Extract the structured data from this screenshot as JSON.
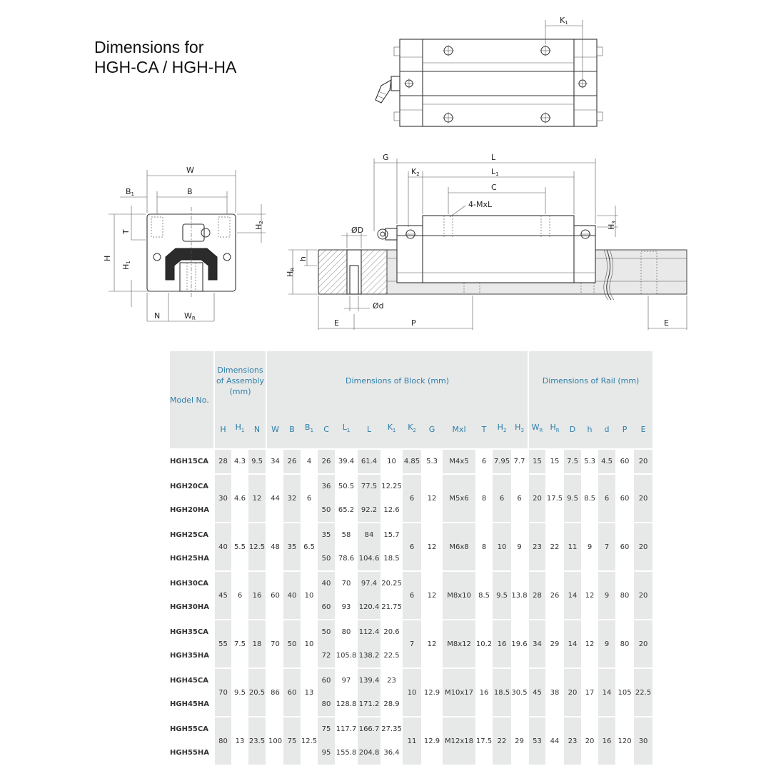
{
  "title": {
    "line1": "Dimensions for",
    "line2": "HGH-CA / HGH-HA"
  },
  "drawing_labels": {
    "k1": "K",
    "k1_sub": "1",
    "w": "W",
    "b": "B",
    "b1": "B",
    "b1_sub": "1",
    "t": "T",
    "h": "H",
    "h1": "H",
    "h1_sub": "1",
    "h2": "H",
    "h2_sub": "2",
    "n": "N",
    "wr": "W",
    "wr_sub": "R",
    "g": "G",
    "l": "L",
    "k2": "K",
    "k2_sub": "2",
    "l1": "L",
    "l1_sub": "1",
    "c": "C",
    "mxl": "4-MxL",
    "h3": "H",
    "h3_sub": "3",
    "od": "ØD",
    "hr": "H",
    "hr_sub": "R",
    "hh": "h",
    "od_small": "Ød",
    "e": "E",
    "p": "P",
    "e2": "E"
  },
  "table": {
    "model_header": "Model No.",
    "group_assembly": "Dimensions of Assembly (mm)",
    "group_block": "Dimensions of Block (mm)",
    "group_rail": "Dimensions of Rail (mm)",
    "columns": [
      {
        "t": "H",
        "s": ""
      },
      {
        "t": "H",
        "s": "1"
      },
      {
        "t": "N",
        "s": ""
      },
      {
        "t": "W",
        "s": ""
      },
      {
        "t": "B",
        "s": ""
      },
      {
        "t": "B",
        "s": "1"
      },
      {
        "t": "C",
        "s": ""
      },
      {
        "t": "L",
        "s": "1"
      },
      {
        "t": "L",
        "s": ""
      },
      {
        "t": "K",
        "s": "1"
      },
      {
        "t": "K",
        "s": "2"
      },
      {
        "t": "G",
        "s": ""
      },
      {
        "t": "Mxl",
        "s": ""
      },
      {
        "t": "T",
        "s": ""
      },
      {
        "t": "H",
        "s": "2"
      },
      {
        "t": "H",
        "s": "3"
      },
      {
        "t": "W",
        "s": "R"
      },
      {
        "t": "H",
        "s": "R"
      },
      {
        "t": "D",
        "s": ""
      },
      {
        "t": "h",
        "s": ""
      },
      {
        "t": "d",
        "s": ""
      },
      {
        "t": "P",
        "s": ""
      },
      {
        "t": "E",
        "s": ""
      }
    ],
    "groups": [
      {
        "models": [
          "HGH15CA"
        ],
        "H": "28",
        "H1": "4.3",
        "N": "9.5",
        "W": "34",
        "B": "26",
        "B1": "4",
        "rows": [
          {
            "C": "26",
            "L1": "39.4",
            "L": "61.4",
            "K1": "10"
          }
        ],
        "K2": "4.85",
        "G": "5.3",
        "MxL": "M4x5",
        "T": "6",
        "H2": "7.95",
        "H3": "7.7",
        "WR": "15",
        "HR": "15",
        "D": "7.5",
        "h": "5.3",
        "d": "4.5",
        "P": "60",
        "E": "20"
      },
      {
        "models": [
          "HGH20CA",
          "HGH20HA"
        ],
        "H": "30",
        "H1": "4.6",
        "N": "12",
        "W": "44",
        "B": "32",
        "B1": "6",
        "rows": [
          {
            "C": "36",
            "L1": "50.5",
            "L": "77.5",
            "K1": "12.25"
          },
          {
            "C": "50",
            "L1": "65.2",
            "L": "92.2",
            "K1": "12.6"
          }
        ],
        "K2": "6",
        "G": "12",
        "MxL": "M5x6",
        "T": "8",
        "H2": "6",
        "H3": "6",
        "WR": "20",
        "HR": "17.5",
        "D": "9.5",
        "h": "8.5",
        "d": "6",
        "P": "60",
        "E": "20"
      },
      {
        "models": [
          "HGH25CA",
          "HGH25HA"
        ],
        "H": "40",
        "H1": "5.5",
        "N": "12.5",
        "W": "48",
        "B": "35",
        "B1": "6.5",
        "rows": [
          {
            "C": "35",
            "L1": "58",
            "L": "84",
            "K1": "15.7"
          },
          {
            "C": "50",
            "L1": "78.6",
            "L": "104.6",
            "K1": "18.5"
          }
        ],
        "K2": "6",
        "G": "12",
        "MxL": "M6x8",
        "T": "8",
        "H2": "10",
        "H3": "9",
        "WR": "23",
        "HR": "22",
        "D": "11",
        "h": "9",
        "d": "7",
        "P": "60",
        "E": "20"
      },
      {
        "models": [
          "HGH30CA",
          "HGH30HA"
        ],
        "H": "45",
        "H1": "6",
        "N": "16",
        "W": "60",
        "B": "40",
        "B1": "10",
        "rows": [
          {
            "C": "40",
            "L1": "70",
            "L": "97.4",
            "K1": "20.25"
          },
          {
            "C": "60",
            "L1": "93",
            "L": "120.4",
            "K1": "21.75"
          }
        ],
        "K2": "6",
        "G": "12",
        "MxL": "M8x10",
        "T": "8.5",
        "H2": "9.5",
        "H3": "13.8",
        "WR": "28",
        "HR": "26",
        "D": "14",
        "h": "12",
        "d": "9",
        "P": "80",
        "E": "20"
      },
      {
        "models": [
          "HGH35CA",
          "HGH35HA"
        ],
        "H": "55",
        "H1": "7.5",
        "N": "18",
        "W": "70",
        "B": "50",
        "B1": "10",
        "rows": [
          {
            "C": "50",
            "L1": "80",
            "L": "112.4",
            "K1": "20.6"
          },
          {
            "C": "72",
            "L1": "105.8",
            "L": "138.2",
            "K1": "22.5"
          }
        ],
        "K2": "7",
        "G": "12",
        "MxL": "M8x12",
        "T": "10.2",
        "H2": "16",
        "H3": "19.6",
        "WR": "34",
        "HR": "29",
        "D": "14",
        "h": "12",
        "d": "9",
        "P": "80",
        "E": "20"
      },
      {
        "models": [
          "HGH45CA",
          "HGH45HA"
        ],
        "H": "70",
        "H1": "9.5",
        "N": "20.5",
        "W": "86",
        "B": "60",
        "B1": "13",
        "rows": [
          {
            "C": "60",
            "L1": "97",
            "L": "139.4",
            "K1": "23"
          },
          {
            "C": "80",
            "L1": "128.8",
            "L": "171.2",
            "K1": "28.9"
          }
        ],
        "K2": "10",
        "G": "12.9",
        "MxL": "M10x17",
        "T": "16",
        "H2": "18.5",
        "H3": "30.5",
        "WR": "45",
        "HR": "38",
        "D": "20",
        "h": "17",
        "d": "14",
        "P": "105",
        "E": "22.5"
      },
      {
        "models": [
          "HGH55CA",
          "HGH55HA"
        ],
        "H": "80",
        "H1": "13",
        "N": "23.5",
        "W": "100",
        "B": "75",
        "B1": "12.5",
        "rows": [
          {
            "C": "75",
            "L1": "117.7",
            "L": "166.7",
            "K1": "27.35"
          },
          {
            "C": "95",
            "L1": "155.8",
            "L": "204.8",
            "K1": "36.4"
          }
        ],
        "K2": "11",
        "G": "12.9",
        "MxL": "M12x18",
        "T": "17.5",
        "H2": "22",
        "H3": "29",
        "WR": "53",
        "HR": "44",
        "D": "23",
        "h": "20",
        "d": "16",
        "P": "120",
        "E": "30"
      }
    ]
  }
}
